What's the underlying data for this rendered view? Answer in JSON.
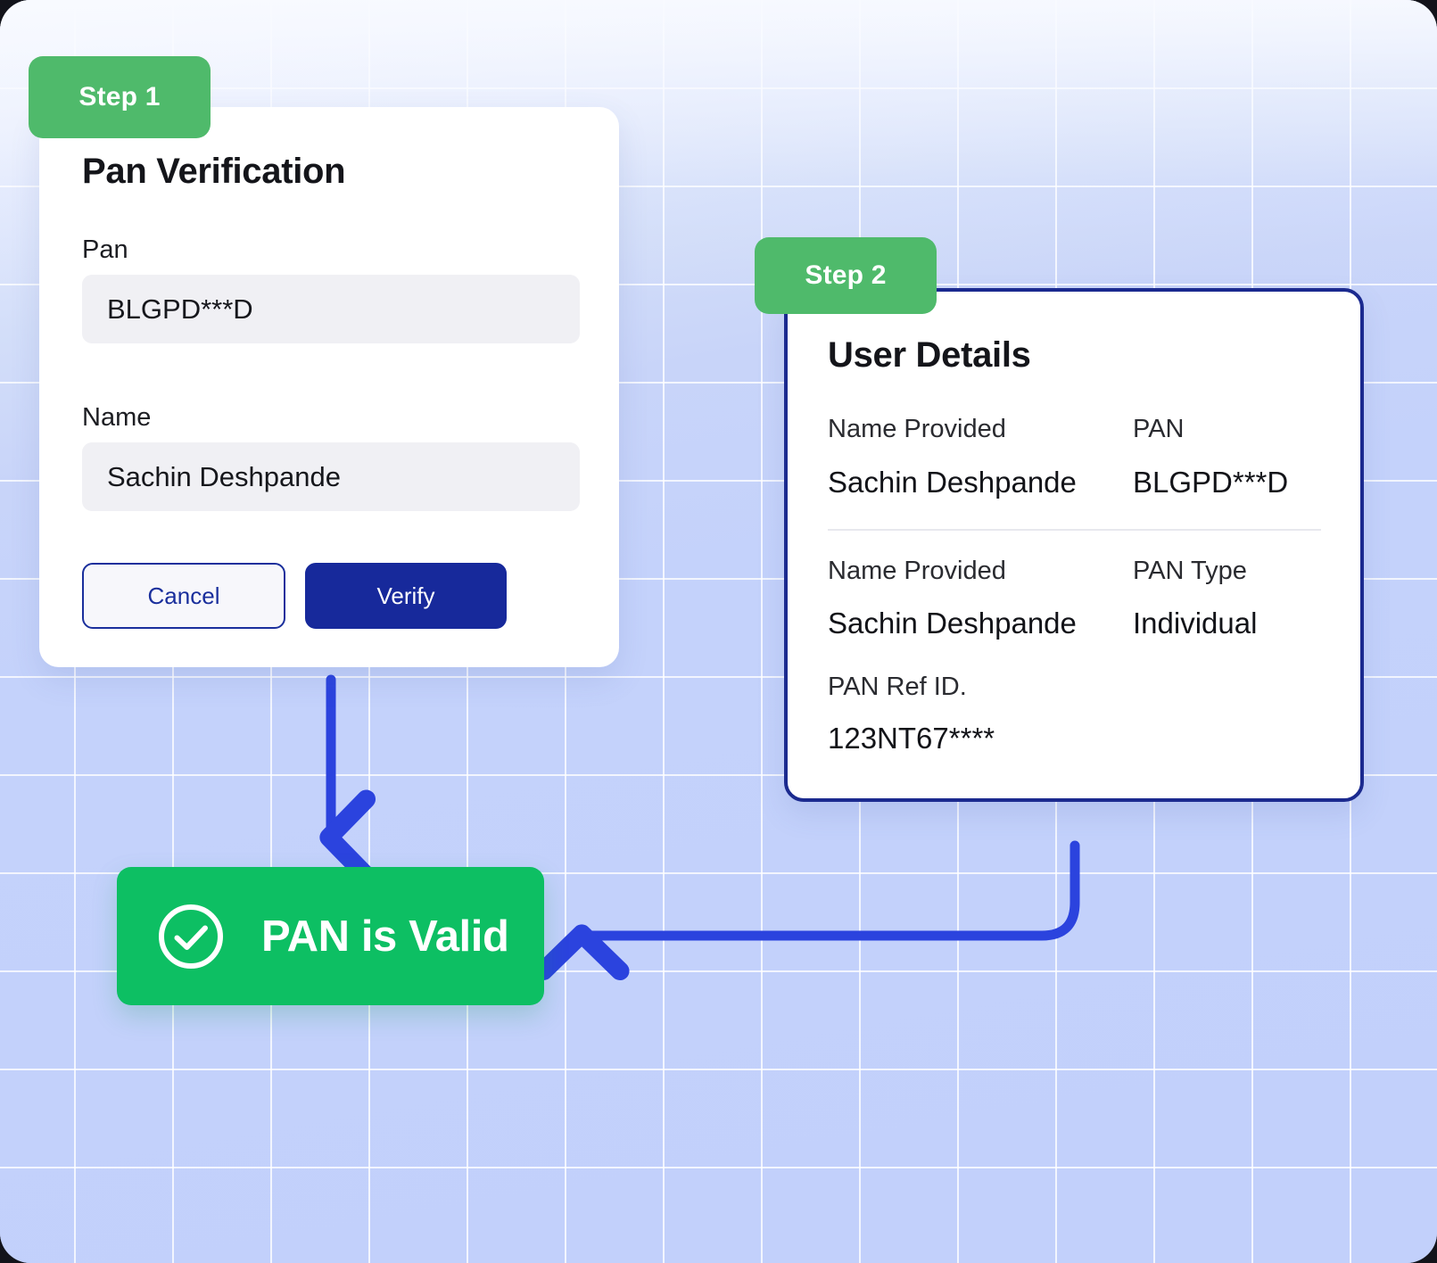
{
  "theme": {
    "badge_green": "#4fba6b",
    "banner_green": "#0dbf63",
    "navy": "#17299b",
    "card_border_blue": "#1b2a8f",
    "arrow_blue": "#2b43de",
    "background_blue": "#c3d1fb",
    "input_bg": "#f0f0f4"
  },
  "step1": {
    "badge": "Step 1",
    "title": "Pan Verification",
    "fields": [
      {
        "label": "Pan",
        "value": "BLGPD***D"
      },
      {
        "label": "Name",
        "value": "Sachin Deshpande"
      }
    ],
    "buttons": {
      "cancel": "Cancel",
      "verify": "Verify"
    }
  },
  "step2": {
    "badge": "Step 2",
    "title": "User Details",
    "rows": [
      {
        "left_label": "Name Provided",
        "left_value": "Sachin Deshpande",
        "right_label": "PAN",
        "right_value": "BLGPD***D"
      },
      {
        "left_label": "Name Provided",
        "left_value": "Sachin Deshpande",
        "right_label": "PAN Type",
        "right_value": "Individual"
      }
    ],
    "ref": {
      "label": "PAN Ref ID.",
      "value": "123NT67****"
    }
  },
  "result": {
    "icon": "check-circle-icon",
    "text": "PAN is Valid"
  }
}
